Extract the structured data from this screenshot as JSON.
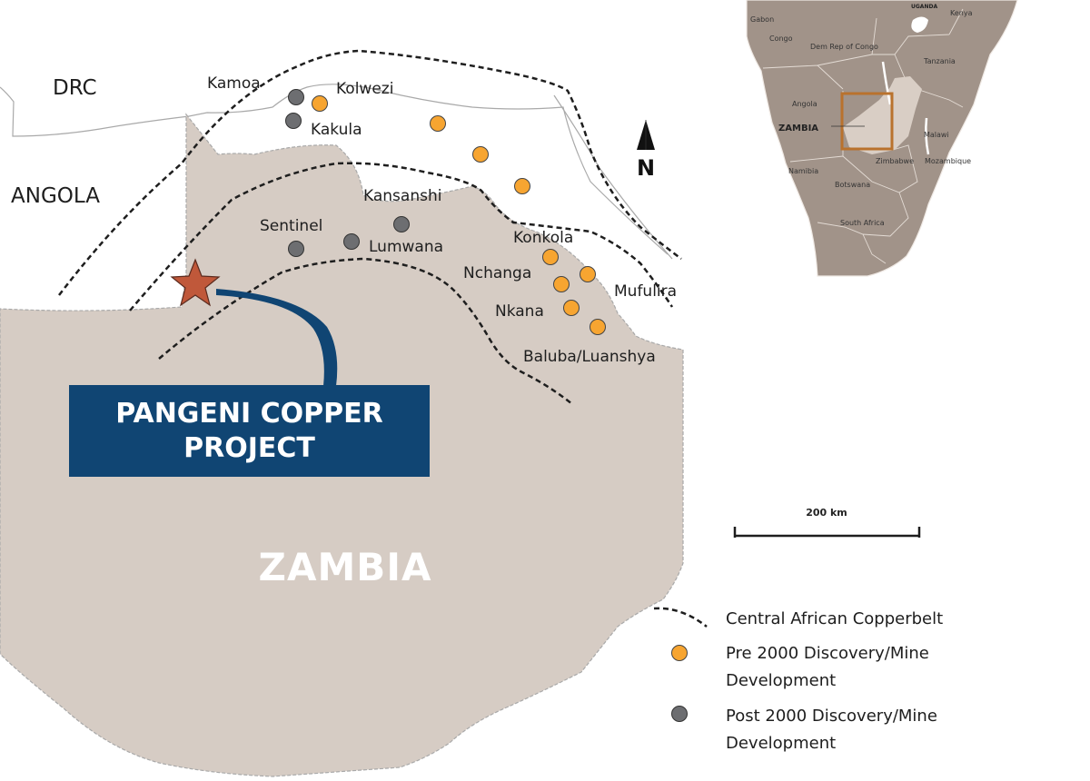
{
  "map": {
    "countries": {
      "drc": "DRC",
      "angola": "ANGOLA",
      "zambia": "ZAMBIA"
    },
    "north_label": "N",
    "project": {
      "line1": "PANGENI COPPER",
      "line2": "PROJECT"
    },
    "mines": [
      {
        "label": "Kamoa",
        "category": "post-2000"
      },
      {
        "label": "Kolwezi",
        "category": "pre-2000"
      },
      {
        "label": "Kakula",
        "category": "post-2000"
      },
      {
        "label": "Kansanshi",
        "category": "post-2000"
      },
      {
        "label": "Sentinel",
        "category": "post-2000"
      },
      {
        "label": "Lumwana",
        "category": "post-2000"
      },
      {
        "label": "Konkola",
        "category": "pre-2000"
      },
      {
        "label": "Nchanga",
        "category": "pre-2000"
      },
      {
        "label": "Mufulira",
        "category": "pre-2000"
      },
      {
        "label": "Nkana",
        "category": "pre-2000"
      },
      {
        "label": "Baluba/Luanshya",
        "category": "pre-2000"
      }
    ],
    "scale_bar": {
      "label": "200 km"
    },
    "legend": {
      "belt": "Central African Copperbelt",
      "pre_line1": "Pre 2000 Discovery/Mine",
      "pre_line2": "Development",
      "post_line1": "Post 2000 Discovery/Mine",
      "post_line2": "Development"
    },
    "inset": {
      "labels": {
        "uganda": "UGANDA",
        "kenya": "Kenya",
        "gabon": "Gabon",
        "congo": "Congo",
        "drc": "Dem Rep of Congo",
        "tanzania": "Tanzania",
        "angola": "Angola",
        "zambia": "ZAMBIA",
        "malawi": "Malawi",
        "namibia": "Namibia",
        "zimbabwe": "Zimbabwe",
        "mozambique": "Mozambique",
        "botswana": "Botswana",
        "south_africa": "South Africa"
      }
    },
    "colors": {
      "zambia_fill": "#d6ccc4",
      "project_box": "#104573",
      "pre_2000_marker": "#f7a531",
      "post_2000_marker": "#6d6e71",
      "star": "#c0583a",
      "inset_land": "#a19389",
      "inset_zambia": "#d9cec5",
      "inset_frame": "#b9722d"
    }
  }
}
